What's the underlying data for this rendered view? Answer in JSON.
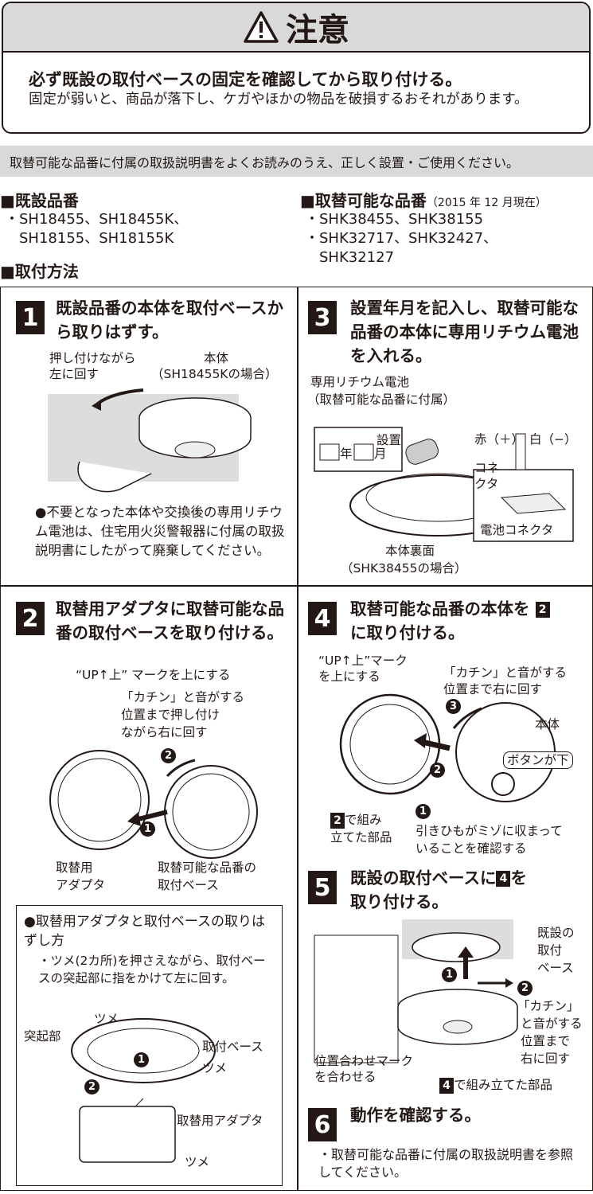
{
  "warning": {
    "title": "注意",
    "icon": "warning-triangle-icon",
    "main": "必ず既設の取付ベースの固定を確認してから取り付ける。",
    "sub": "固定が弱いと、商品が落下し、ケガやほかの物品を破損するおそれがあります。"
  },
  "notice": "取替可能な品番に付属の取扱説明書をよくお読みのうえ、正しく設置・ご使用ください。",
  "existing": {
    "heading": "■既設品番",
    "items": [
      "・SH18455、SH18455K、",
      "　SH18155、SH18155K"
    ]
  },
  "replacement": {
    "heading": "■取替可能な品番",
    "date": "（2015 年 12 月現在）",
    "items": [
      "・SHK38455、SHK38155",
      "・SHK32717、SHK32427、",
      "　SHK32127"
    ]
  },
  "method_heading": "■取付方法",
  "steps": {
    "s1": {
      "num": "1",
      "title": "既設品番の本体を取付ベースから取りはずす。",
      "labels": [
        "押し付けながら",
        "左に回す",
        "本体",
        "（SH18455Kの場合）"
      ],
      "note": "●不要となった本体や交換後の専用リチウム電池は、住宅用火災警報器に付属の取扱説明書にしたがって廃棄してください。"
    },
    "s2": {
      "num": "2",
      "title": "取替用アダプタに取替可能な品番の取付ベースを取り付ける。",
      "labels": [
        "“UP↑上” マークを上にする",
        "「カチン」と音がする",
        "位置まで押し付け",
        "ながら右に回す",
        "取替用",
        "アダプタ",
        "取替可能な品番の",
        "取付ベース",
        "2",
        "1"
      ]
    },
    "removal": {
      "title": "●取替用アダプタと取付ベースの取りはずし方",
      "text": "・ツメ(2カ所)を押さえながら、取付ベースの突起部に指をかけて左に回す。",
      "labels": [
        "ツメ",
        "突起部",
        "取付ベース",
        "ツメ",
        "取替用アダプタ",
        "ツメ",
        "1",
        "2"
      ]
    },
    "s3": {
      "num": "3",
      "title": "設置年月を記入し、取替可能な品番の本体に専用リチウム電池を入れる。",
      "labels": [
        "専用リチウム電池",
        "（取替可能な品番に付属）",
        "設置",
        "年",
        "月",
        "赤（＋）",
        "白（−）",
        "コネ",
        "クタ",
        "電池コネクタ",
        "本体裏面",
        "（SHK38455の場合）"
      ]
    },
    "s4": {
      "num": "4",
      "title_a": "取替可能な品番の本体を",
      "ref": "2",
      "title_b": "に取り付ける。",
      "labels": [
        "“UP↑上”マーク",
        "を上にする",
        "「カチン」と音がする",
        "位置まで右に回す",
        "本体",
        "ボタンが下",
        "で組み",
        "立てた部品",
        "引きひもがミゾに収まって",
        "いることを確認する",
        "3",
        "2",
        "1",
        "2"
      ]
    },
    "s5": {
      "num": "5",
      "title_a": "既設の取付ベースに",
      "ref": "4",
      "title_b": "を",
      "title_c": "取り付ける。",
      "labels": [
        "既設の",
        "取付",
        "ベース",
        "「カチン」",
        "と音がする",
        "位置まで",
        "右に回す",
        "位置合わせマーク",
        "を合わせる",
        "で組み立てた部品",
        "1",
        "2",
        "4"
      ]
    },
    "s6": {
      "num": "6",
      "title": "動作を確認する。",
      "text": "・取替可能な品番に付属の取扱説明書を参照してください。"
    }
  }
}
